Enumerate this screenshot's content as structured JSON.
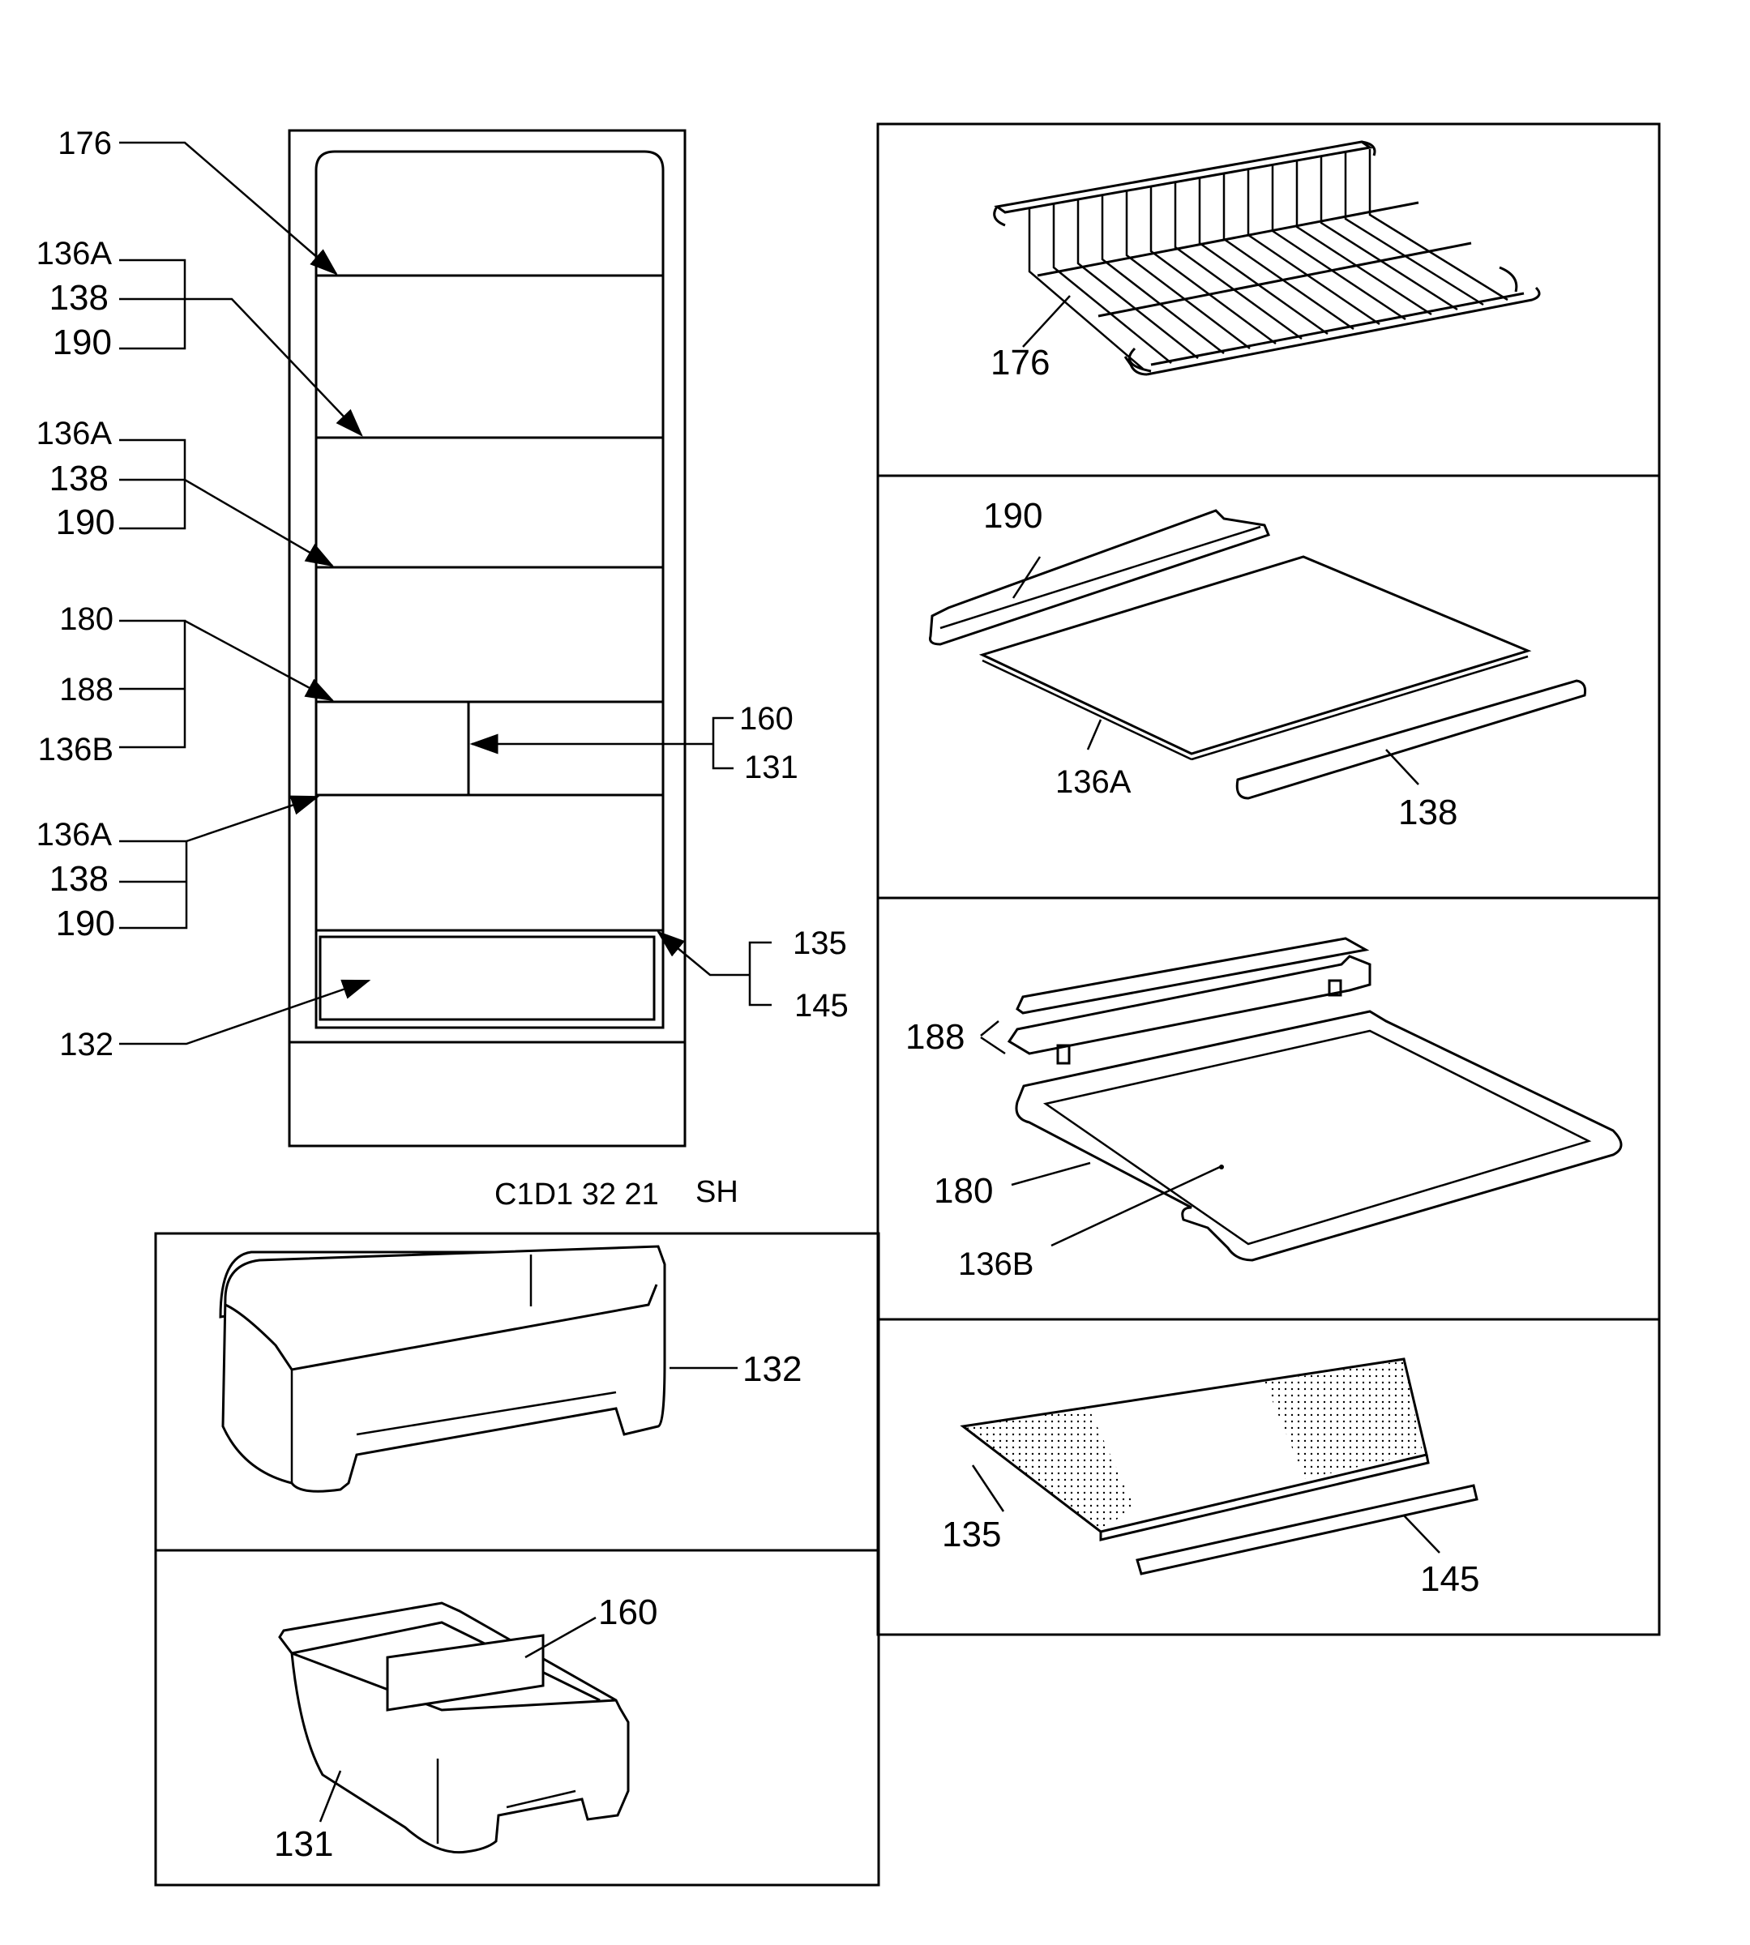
{
  "diagram_code": "C1D1 32 21",
  "diagram_suffix": "SH",
  "cabinet_labels": {
    "l176": "176",
    "g1_a": "136A",
    "g1_b": "138",
    "g1_c": "190",
    "g2_a": "136A",
    "g2_b": "138",
    "g2_c": "190",
    "g3_a": "180",
    "g3_b": "188",
    "g3_c": "136B",
    "g4_a": "136A",
    "g4_b": "138",
    "g4_c": "190",
    "l132": "132",
    "r160": "160",
    "r131": "131",
    "r135": "135",
    "r145": "145"
  },
  "panels": {
    "wire_shelf": {
      "p176": "176"
    },
    "glass_shelf": {
      "p190": "190",
      "p136a": "136A",
      "p138": "138"
    },
    "framed_shelf": {
      "p188": "188",
      "p180": "180",
      "p136b": "136B"
    },
    "crisper_cover": {
      "p135": "135",
      "p145": "145"
    },
    "crisper_drawer": {
      "p132": "132"
    },
    "small_drawer": {
      "p160": "160",
      "p131": "131"
    }
  },
  "colors": {
    "line": "#000000",
    "background": "#ffffff"
  }
}
